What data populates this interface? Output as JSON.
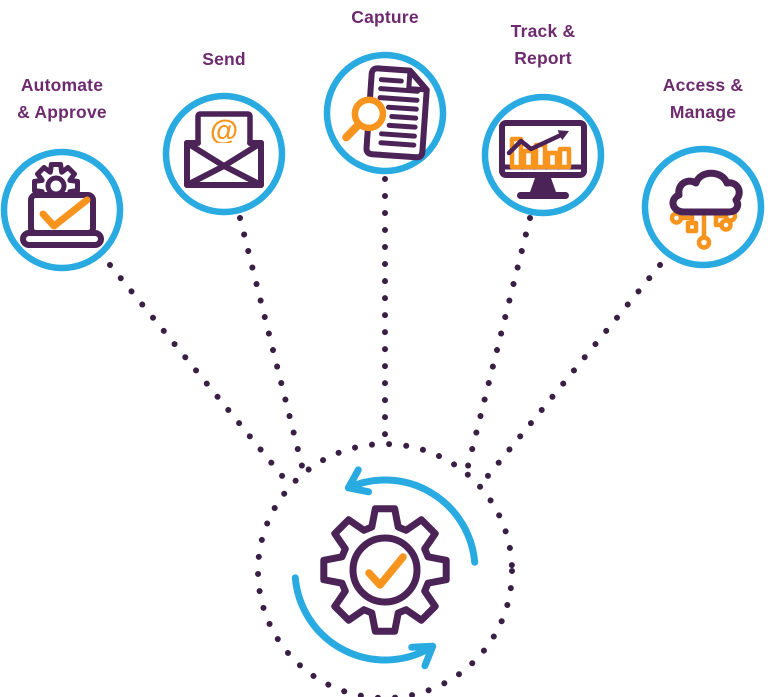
{
  "diagram": {
    "description": "Document process cycle diagram",
    "nodes": [
      {
        "id": "automate-approve",
        "label_lines": [
          "Automate",
          "& Approve"
        ],
        "icon": "laptop-gear-check-icon"
      },
      {
        "id": "send",
        "label_lines": [
          "Send"
        ],
        "icon": "envelope-email-icon",
        "icon_glyph": "@"
      },
      {
        "id": "capture",
        "label_lines": [
          "Capture"
        ],
        "icon": "document-search-icon"
      },
      {
        "id": "track-report",
        "label_lines": [
          "Track &",
          "Report"
        ],
        "icon": "monitor-chart-icon"
      },
      {
        "id": "access-manage",
        "label_lines": [
          "Access &",
          "Manage"
        ],
        "icon": "cloud-network-icon"
      }
    ],
    "center": {
      "id": "process-cycle",
      "icon": "gear-check-cycle-icon"
    },
    "colors": {
      "circle_blue": "#29ABE2",
      "icon_purple": "#4B2356",
      "label_purple": "#6E2A6E",
      "accent_orange": "#F7941E",
      "dot_purple": "#3A1F44"
    }
  }
}
